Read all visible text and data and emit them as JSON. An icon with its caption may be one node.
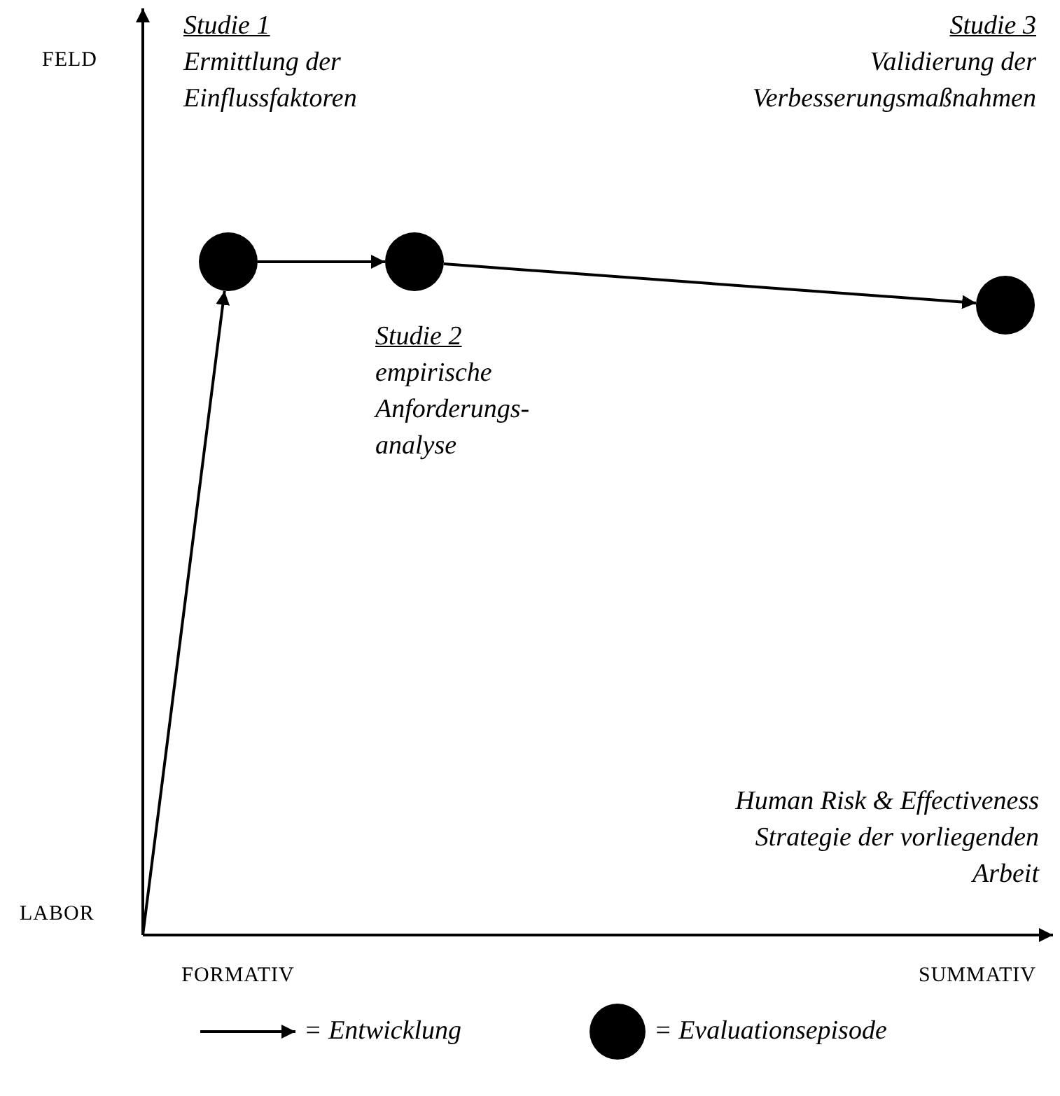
{
  "diagram": {
    "nodes": [
      {
        "text": [],
        "shape": "circle",
        "beside": [
          "Studie 1",
          "Ermittlung der Einflussfaktoren"
        ]
      },
      {
        "text": [],
        "shape": "circle",
        "beside": [
          "Studie 2",
          "empirische Anforderungs- analyse"
        ]
      },
      {
        "text": [],
        "shape": "circle",
        "beside": [
          "Studie 3",
          "Validierung der Verbesserungsmaßnahmen"
        ]
      }
    ],
    "edges": [
      {
        "from": null,
        "to": 0,
        "arrow": "to"
      },
      {
        "from": 0,
        "to": 1,
        "arrow": "to"
      },
      {
        "from": 1,
        "to": 2,
        "arrow": "to"
      }
    ],
    "labels": [
      "FELD",
      "LABOR",
      "FORMATIV",
      "SUMMATIV",
      "Human Risk & Effectiveness Strategie der vorliegenden Arbeit"
    ],
    "legend": [
      {
        "text": "= Entwicklung"
      },
      {
        "text": "= Evaluationsepisode"
      }
    ]
  }
}
